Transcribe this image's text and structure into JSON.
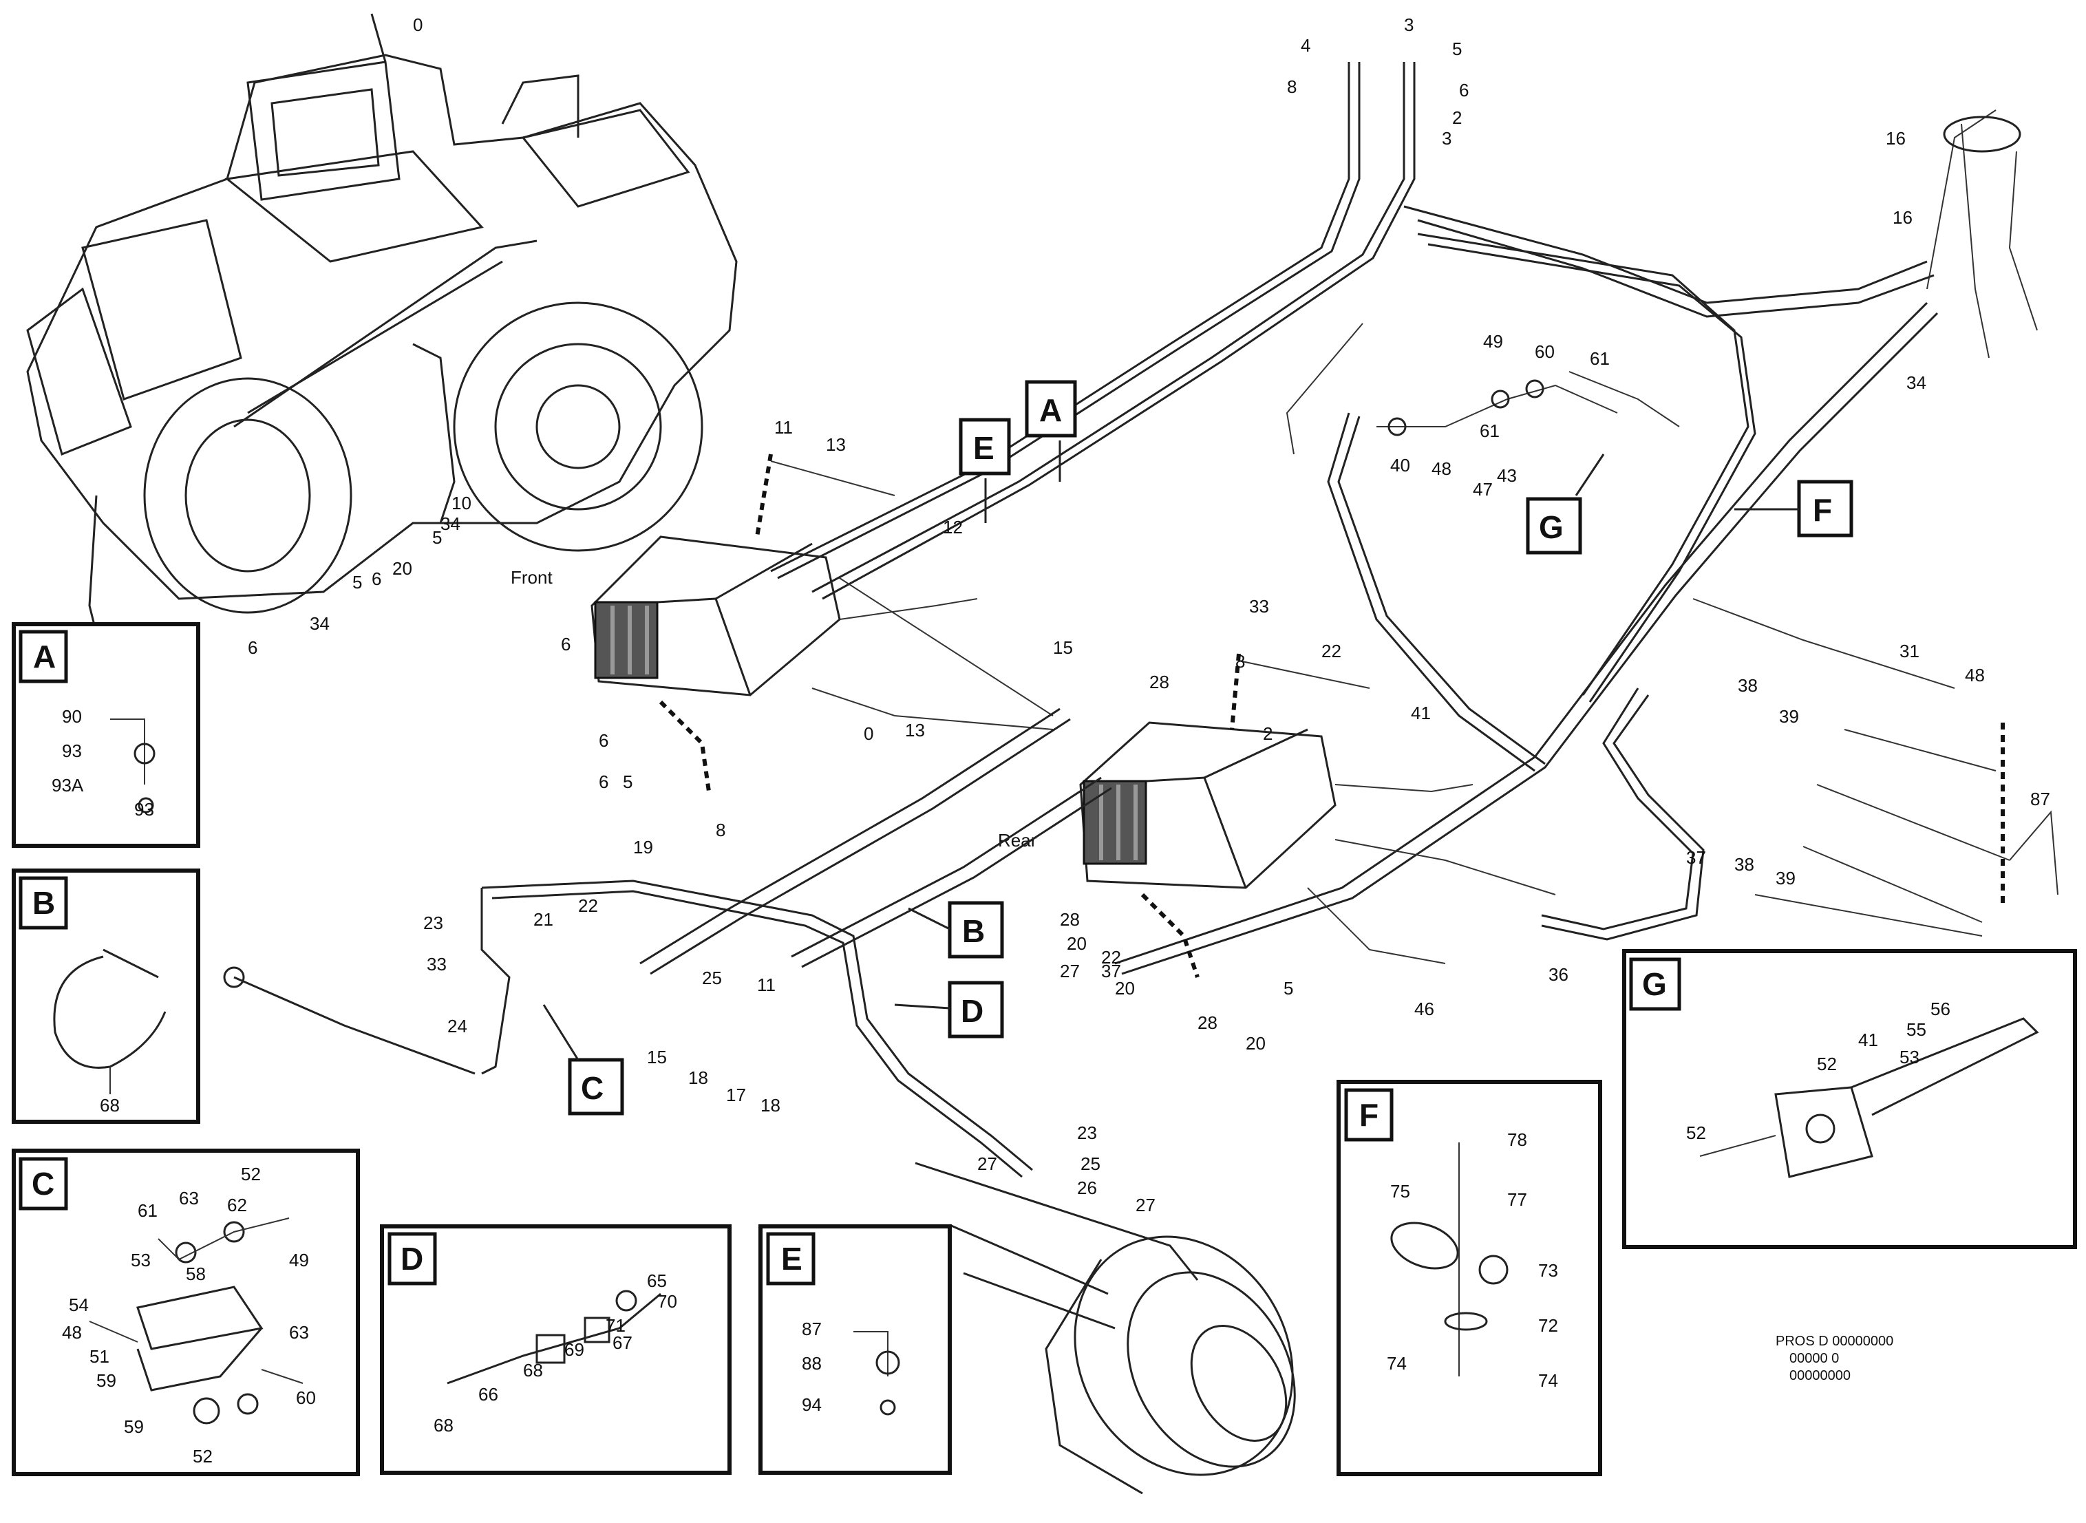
{
  "callouts": {
    "A": "A",
    "B": "B",
    "C": "C",
    "D": "D",
    "E": "E",
    "F": "F",
    "G": "G"
  },
  "words": {
    "front": "Front",
    "rear": "Rear"
  },
  "footer": {
    "line1": "PROS D 00000000",
    "line2": "00000 0",
    "line3": "00000000"
  },
  "labels": {
    "loader": [
      "34",
      "6",
      "10",
      "5",
      "20",
      "34",
      "5",
      "6",
      "0"
    ],
    "front_valve": [
      "11",
      "13",
      "12",
      "6",
      "6",
      "5",
      "8",
      "6",
      "0",
      "15",
      "13"
    ],
    "upper_lines": [
      "4",
      "8",
      "3",
      "5",
      "6",
      "3",
      "2",
      "16",
      "16",
      "34"
    ],
    "right_mid": [
      "49",
      "60",
      "61",
      "48",
      "61",
      "40",
      "47",
      "43"
    ],
    "rear_valve": [
      "33",
      "28",
      "22",
      "41",
      "8",
      "2",
      "28",
      "27",
      "22",
      "20",
      "28",
      "5",
      "20",
      "46",
      "36",
      "20",
      "37"
    ],
    "lower_left": [
      "19",
      "23",
      "21",
      "22",
      "33",
      "24",
      "25",
      "11",
      "15",
      "18",
      "17",
      "18"
    ],
    "axle": [
      "23",
      "25",
      "26",
      "27",
      "27"
    ],
    "far_right": [
      "31",
      "48",
      "38",
      "39",
      "37",
      "38",
      "39",
      "87"
    ],
    "inset_a": [
      "90",
      "93",
      "93A",
      "93"
    ],
    "inset_b": [
      "68"
    ],
    "inset_c": [
      "52",
      "61",
      "63",
      "62",
      "49",
      "53",
      "58",
      "63",
      "54",
      "48",
      "51",
      "59",
      "60"
    ],
    "inset_d": [
      "65",
      "70",
      "71",
      "67",
      "69",
      "68",
      "66",
      "68"
    ],
    "inset_e": [
      "87",
      "88",
      "94"
    ],
    "inset_f": [
      "78",
      "75",
      "77",
      "73",
      "72",
      "74",
      "74"
    ],
    "inset_g": [
      "52",
      "41",
      "55",
      "56",
      "53"
    ]
  }
}
